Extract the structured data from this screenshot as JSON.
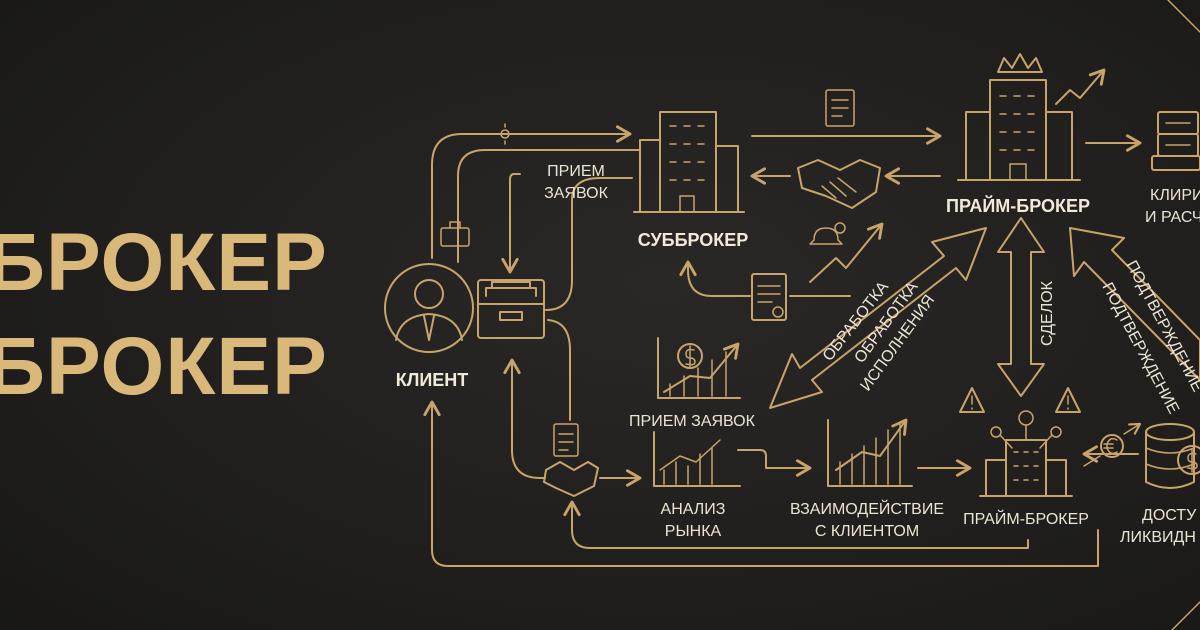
{
  "title": {
    "line1": "БРОКЕР",
    "line2": "БРОКЕР"
  },
  "nodes": {
    "client": "КЛИЕНТ",
    "subbroker": "СУББРОКЕР",
    "prime_broker_top": "ПРАЙМ-БРОКЕР",
    "prime_broker_bottom": "ПРАЙМ-БРОКЕР",
    "clearing_line1": "КЛИРИ",
    "clearing_line2": "И РАСЧ",
    "liquidity_line1": "ДОСТУ",
    "liquidity_line2": "ЛИКВИДН"
  },
  "labels": {
    "order_intake_top_line1": "ПРИЕМ",
    "order_intake_top_line2": "ЗАЯВОК",
    "order_intake_mid": "ПРИЕМ ЗАЯВОК",
    "market_analysis_line1": "АНАЛИЗ",
    "market_analysis_line2": "РЫНКА",
    "interaction_line1": "ВЗАИМОДЕЙСТВИЕ",
    "interaction_line2": "С КЛИЕНТОМ",
    "processing": "ОБРАБОТКА",
    "processing_exec_line1": "ОБРАБОТКА",
    "processing_exec_line2": "ИСПОЛНЕНИЯ",
    "deals": "СДЕЛОК",
    "confirm_1": "ПОДТВЕРЖДЕНИЕ",
    "confirm_2": "ПОДТВЕРЖДЕНИЕ"
  },
  "colors": {
    "accent": "#c9a46a",
    "background": "#201f1d",
    "text": "#ece4d3"
  }
}
